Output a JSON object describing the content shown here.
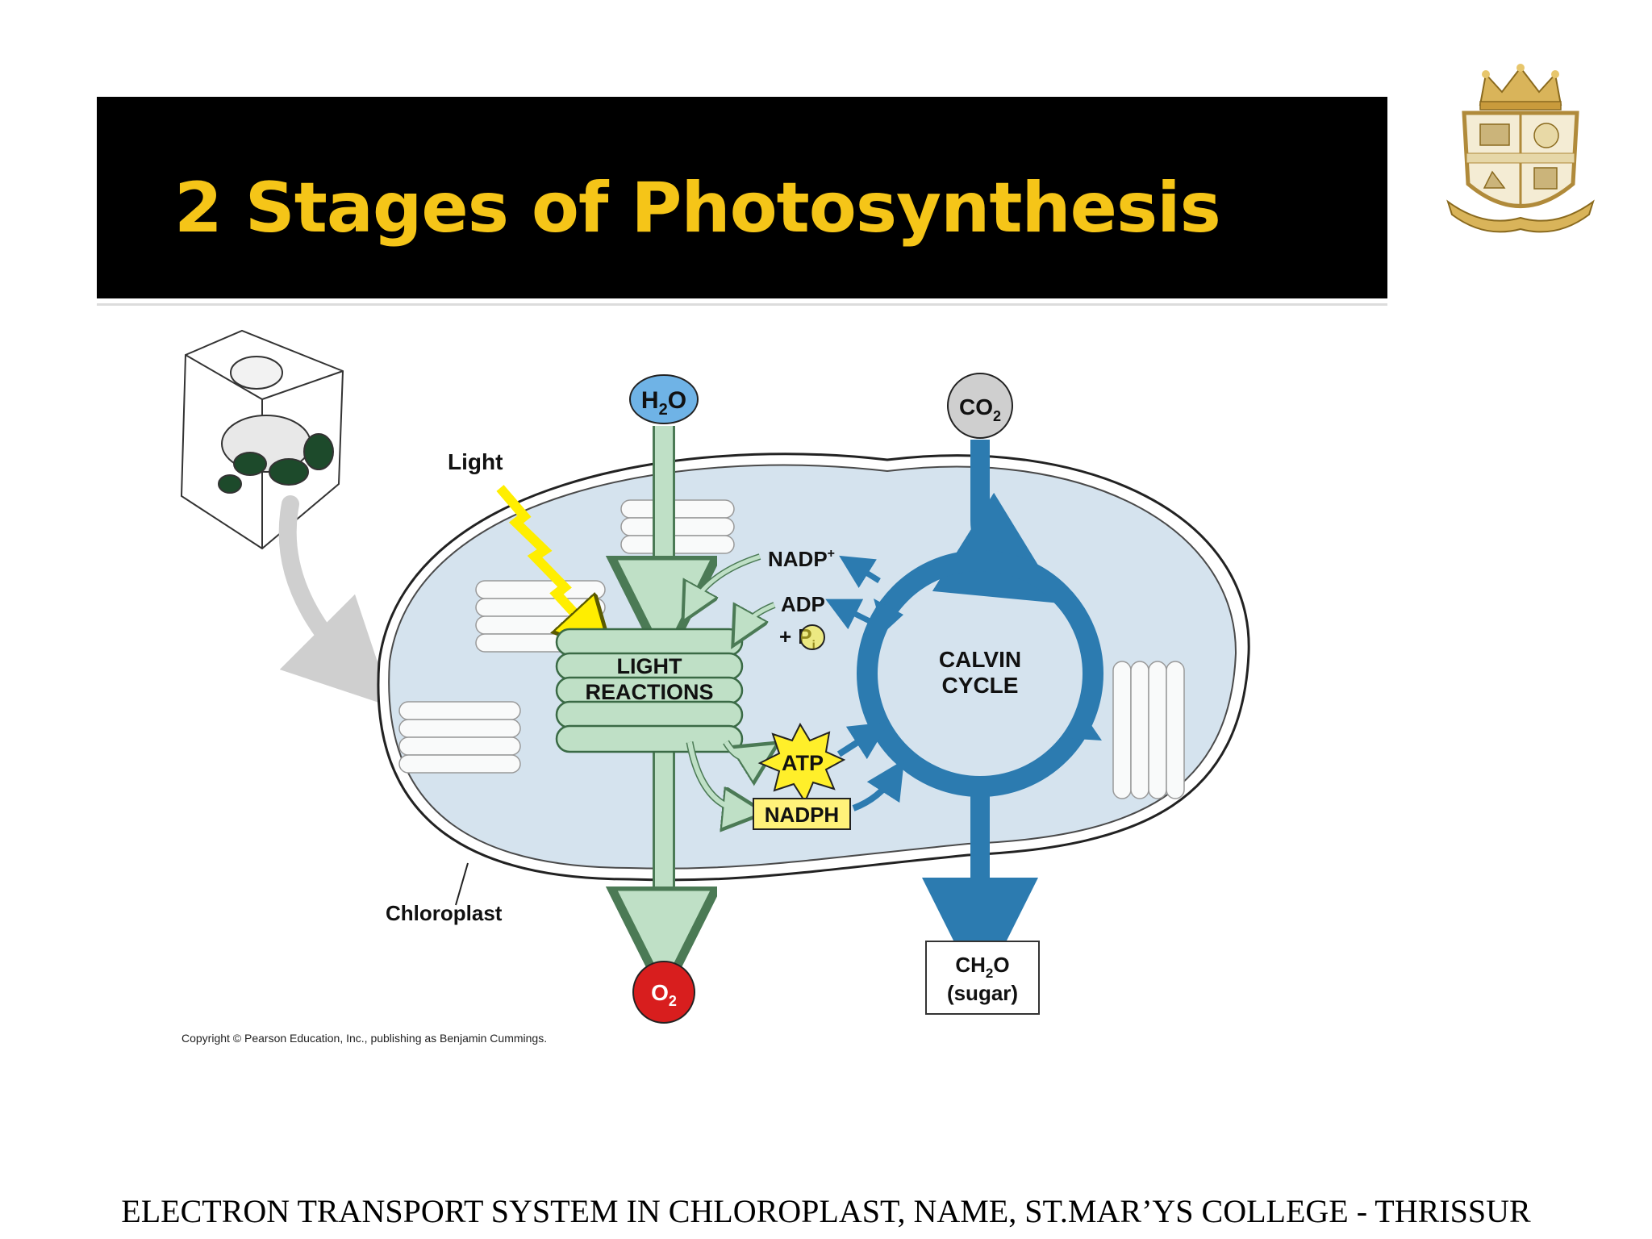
{
  "slide": {
    "title": "2 Stages of Photosynthesis",
    "footer": "ELECTRON TRANSPORT SYSTEM IN CHLOROPLAST, NAME, ST.MAR’YS COLLEGE - THRISSUR"
  },
  "diagram": {
    "light": "Light",
    "h2o": {
      "base": "H",
      "sub": "2",
      "rest": "O"
    },
    "co2": {
      "base": "CO",
      "sub": "2"
    },
    "o2": {
      "base": "O",
      "sub": "2"
    },
    "nadp": {
      "base": "NADP",
      "sup": "+"
    },
    "adp": "ADP",
    "plus_pi": {
      "plus": "+",
      "p": "P",
      "sub": "i"
    },
    "light_reactions": [
      "LIGHT",
      "REACTIONS"
    ],
    "calvin_cycle": [
      "CALVIN",
      "CYCLE"
    ],
    "atp": "ATP",
    "nadph": "NADPH",
    "sugar": {
      "base": "CH",
      "sub": "2",
      "rest": "O",
      "line2": "(sugar)"
    },
    "chloroplast": "Chloroplast",
    "copyright": "Copyright © Pearson Education, Inc., publishing as Benjamin Cummings."
  },
  "colors": {
    "title": "#f5c518",
    "banner": "#000000",
    "stroma": "#d5e3ee",
    "light_reactions": "#bfe0c6",
    "calvin": "#2c7bb0",
    "h2o": "#6fb3e6",
    "co2": "#cfcfcf",
    "o2": "#d81e1e",
    "atp": "#ffef2a",
    "nadph": "#fff27a"
  }
}
